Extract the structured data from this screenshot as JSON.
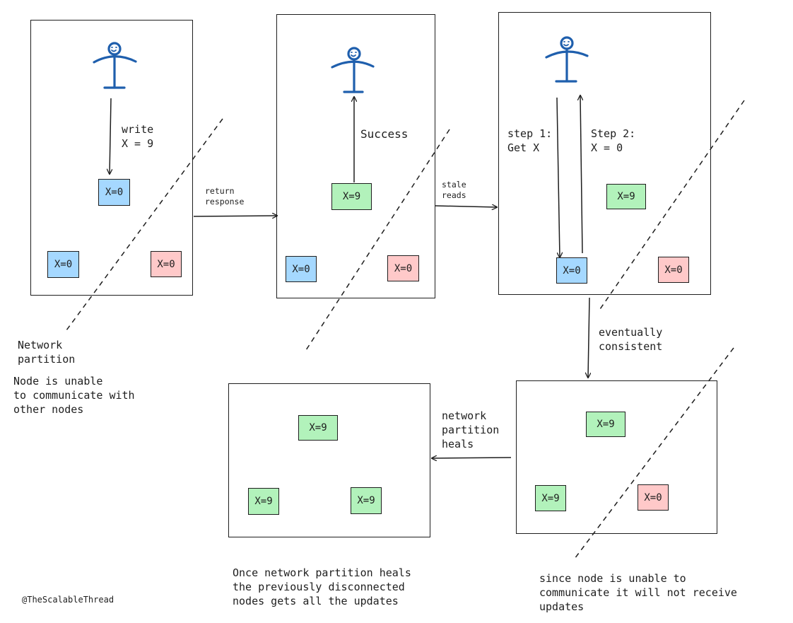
{
  "colors": {
    "stroke": "#1e1e1e",
    "person": "#1f5fad",
    "node_blue": "#a5d8ff",
    "node_green": "#b2f2bb",
    "node_red": "#ffc9c9"
  },
  "nodes": {
    "p1": [
      "X=0",
      "X=0",
      "X=0"
    ],
    "p2": [
      "X=9",
      "X=0",
      "X=0"
    ],
    "p3": [
      "X=9",
      "X=0",
      "X=0"
    ],
    "p4": [
      "X=9",
      "X=9",
      "X=0"
    ],
    "p5": [
      "X=9",
      "X=9",
      "X=9"
    ]
  },
  "labels": {
    "write": "write\nX = 9",
    "success": "Success",
    "step1": "step 1:\nGet X",
    "step2": "Step 2:\nX = 0",
    "return_response": "return\nresponse",
    "stale_reads": "stale\nreads",
    "eventually_consistent": "eventually\nconsistent",
    "network_partition_heals": "network\npartition\nheals",
    "network_partition": "Network\npartition",
    "node_unable": "Node is unable\nto communicate with\nother nodes",
    "once_heals": "Once network partition heals\nthe previously disconnected\nnodes gets all the updates",
    "since_node": "since node is unable to\ncommunicate it will not receive\nupdates",
    "credit": "@TheScalableThread"
  }
}
